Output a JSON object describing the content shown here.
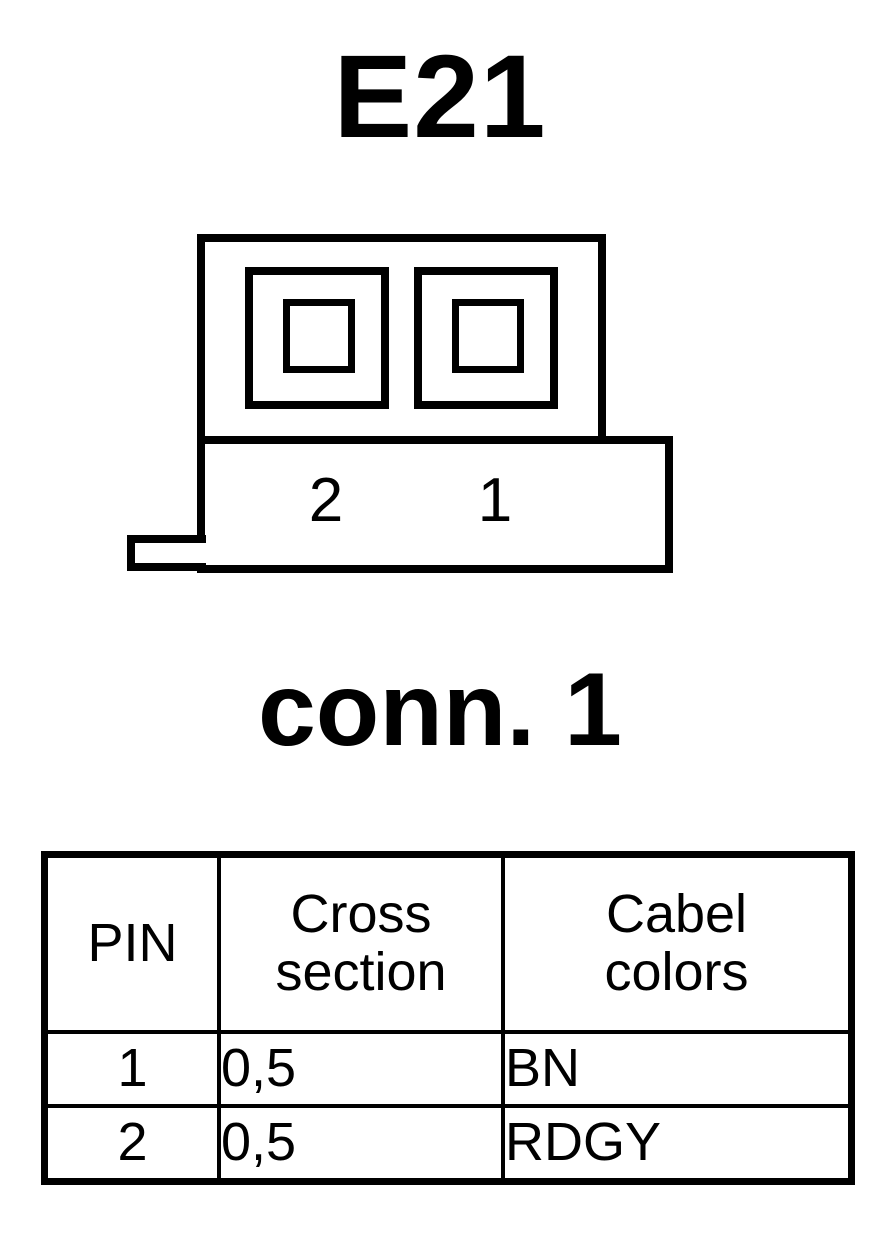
{
  "title": "E21",
  "connector": {
    "label": "conn. 1",
    "pin_markers": [
      {
        "id": "2",
        "label": "2"
      },
      {
        "id": "1",
        "label": "1"
      }
    ],
    "cavity_count": 2
  },
  "table": {
    "headers": {
      "pin": "PIN",
      "cross_section_line1": "Cross",
      "cross_section_line2": "section",
      "cable_colors_line1": "Cabel",
      "cable_colors_line2": "colors"
    },
    "rows": [
      {
        "pin": "1",
        "cross_section": "0,5",
        "cable_color": "BN"
      },
      {
        "pin": "2",
        "cross_section": "0,5",
        "cable_color": "RDGY"
      }
    ]
  },
  "colors": {
    "line": "#000000",
    "background": "#ffffff"
  }
}
